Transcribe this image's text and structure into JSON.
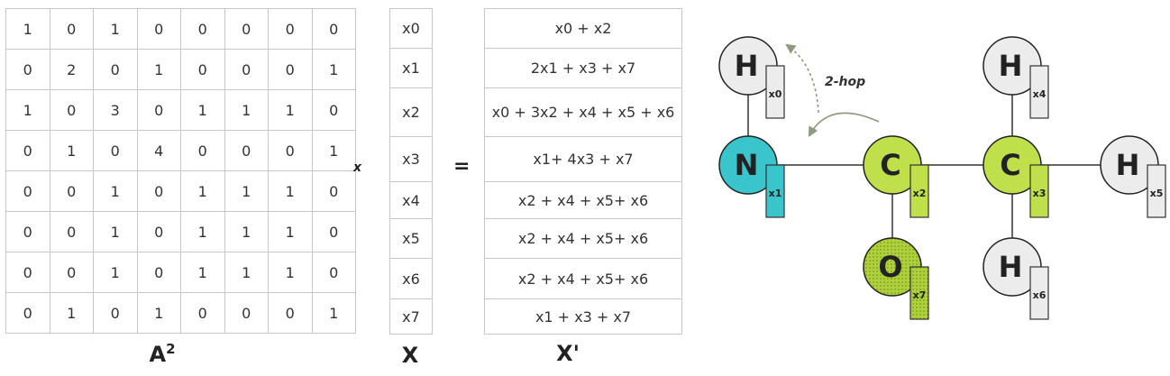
{
  "matrix": {
    "label": "A",
    "superscript": "2",
    "rows": [
      [
        "1",
        "0",
        "1",
        "0",
        "0",
        "0",
        "0",
        "0"
      ],
      [
        "0",
        "2",
        "0",
        "1",
        "0",
        "0",
        "0",
        "1"
      ],
      [
        "1",
        "0",
        "3",
        "0",
        "1",
        "1",
        "1",
        "0"
      ],
      [
        "0",
        "1",
        "0",
        "4",
        "0",
        "0",
        "0",
        "1"
      ],
      [
        "0",
        "0",
        "1",
        "0",
        "1",
        "1",
        "1",
        "0"
      ],
      [
        "0",
        "0",
        "1",
        "0",
        "1",
        "1",
        "1",
        "0"
      ],
      [
        "0",
        "0",
        "1",
        "0",
        "1",
        "1",
        "1",
        "0"
      ],
      [
        "0",
        "1",
        "0",
        "1",
        "0",
        "0",
        "0",
        "1"
      ]
    ]
  },
  "multiply_symbol": "x",
  "equals_symbol": "=",
  "x_vector": {
    "label": "X",
    "items": [
      "x0",
      "x1",
      "x2",
      "x3",
      "x4",
      "x5",
      "x6",
      "x7"
    ]
  },
  "x_prime": {
    "label": "X'",
    "items": [
      "x0 + x2",
      "2x1 + x3 + x7",
      "x0 + 3x2 + x4 + x5 + x6",
      "x1+ 4x3 + x7",
      "x2 + x4 + x5+ x6",
      "x2 + x4 + x5+ x6",
      "x2 + x4 + x5+ x6",
      "x1 + x3 + x7"
    ]
  },
  "molecule": {
    "hop_label": "2-hop",
    "colors": {
      "hydrogen": "#ececec",
      "nitrogen": "#3ac5cc",
      "carbon": "#bfe04a",
      "oxygen": "#aed13b",
      "outline": "#222222"
    },
    "atoms": [
      {
        "id": "h0",
        "symbol": "H",
        "feature": "x0",
        "element": "hydrogen",
        "icon": "hydrogen-atom-icon"
      },
      {
        "id": "n1",
        "symbol": "N",
        "feature": "x1",
        "element": "nitrogen",
        "icon": "nitrogen-atom-icon"
      },
      {
        "id": "c2",
        "symbol": "C",
        "feature": "x2",
        "element": "carbon",
        "icon": "carbon-atom-icon"
      },
      {
        "id": "c3",
        "symbol": "C",
        "feature": "x3",
        "element": "carbon",
        "icon": "carbon-atom-icon"
      },
      {
        "id": "h4",
        "symbol": "H",
        "feature": "x4",
        "element": "hydrogen",
        "icon": "hydrogen-atom-icon"
      },
      {
        "id": "h5",
        "symbol": "H",
        "feature": "x5",
        "element": "hydrogen",
        "icon": "hydrogen-atom-icon"
      },
      {
        "id": "h6",
        "symbol": "H",
        "feature": "x6",
        "element": "hydrogen",
        "icon": "hydrogen-atom-icon"
      },
      {
        "id": "o7",
        "symbol": "O",
        "feature": "x7",
        "element": "oxygen",
        "icon": "oxygen-atom-icon"
      }
    ],
    "bonds": [
      [
        "h0",
        "n1"
      ],
      [
        "n1",
        "c2"
      ],
      [
        "c2",
        "c3"
      ],
      [
        "c2",
        "o7"
      ],
      [
        "c3",
        "h4"
      ],
      [
        "c3",
        "h5"
      ],
      [
        "c3",
        "h6"
      ]
    ]
  }
}
